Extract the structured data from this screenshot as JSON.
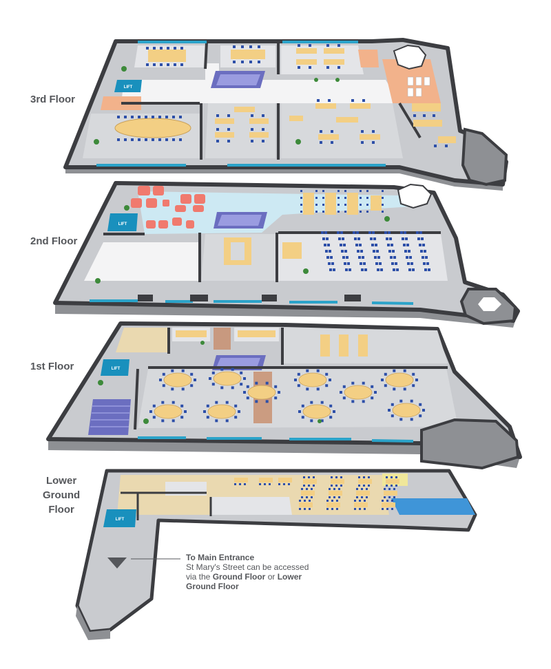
{
  "floors": {
    "third": "3rd Floor",
    "second": "2nd Floor",
    "first": "1st Floor",
    "lower_ground": [
      "Lower",
      "Ground",
      "Floor"
    ]
  },
  "lift_label": "LIFT",
  "callout": {
    "title": "To Main Entrance",
    "line1": "St Mary's Street can be accessed",
    "line2_prefix": "via the ",
    "ground_floor": "Ground Floor",
    "line2_mid": " or ",
    "lower": "Lower",
    "line3": "Ground Floor"
  },
  "colors": {
    "floor": "#c9cbcf",
    "wall": "#3c3d41",
    "room": "#e4e5e8",
    "window": "#2ba3c9",
    "table": "#f3cf84",
    "chair": "#2d4fa8",
    "lounge": "#f07a6e",
    "lift": "#1990bd",
    "stairs": "#6b6ec0",
    "carpet": "#ead9b0",
    "pool": "#3f95d8"
  }
}
